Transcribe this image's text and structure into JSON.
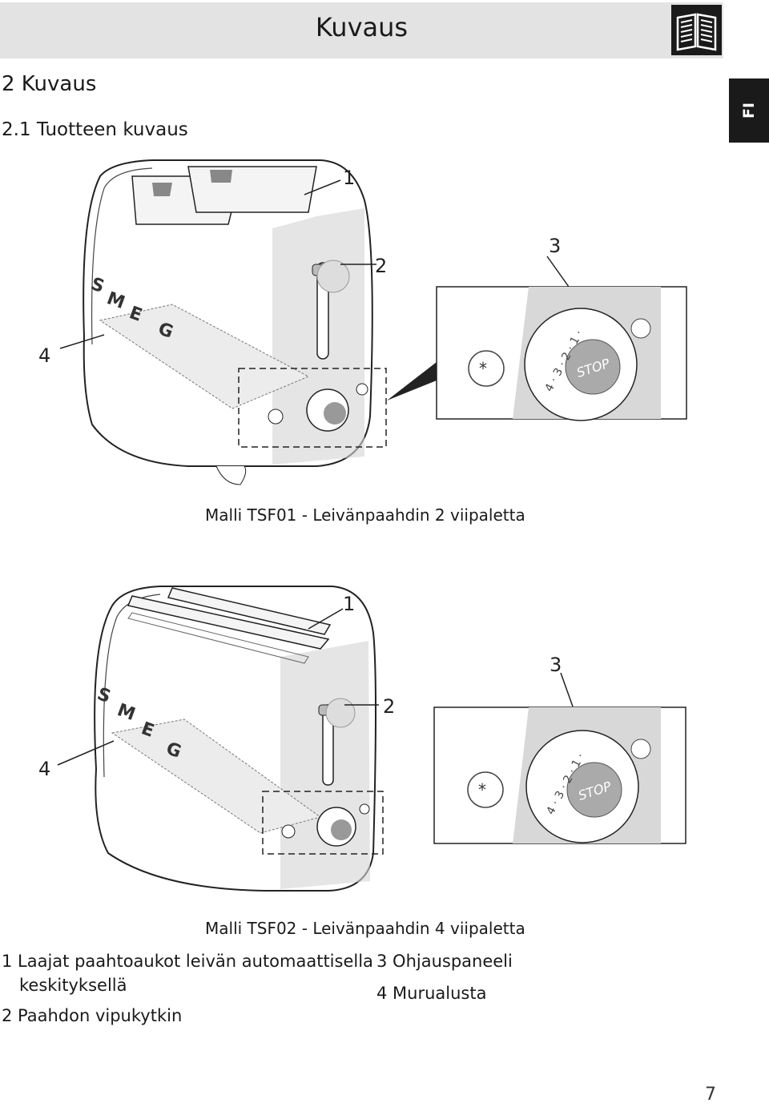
{
  "header": {
    "title": "Kuvaus",
    "icon": "manual-book-icon"
  },
  "language_tab": {
    "label": "FI"
  },
  "section": {
    "title": "2 Kuvaus",
    "subtitle": "2.1 Tuotteen kuvaus"
  },
  "figures": [
    {
      "callouts": [
        "1",
        "2",
        "3",
        "4"
      ],
      "panel": {
        "stop_label": "STOP",
        "dial_marks": "4 · 3 · 2 · 1 ·"
      },
      "caption": "Malli TSF01 - Leivänpaahdin 2 viipaletta"
    },
    {
      "callouts": [
        "1",
        "2",
        "3",
        "4"
      ],
      "panel": {
        "stop_label": "STOP",
        "dial_marks": "4 · 3 · 2 · 1 ·"
      },
      "caption": "Malli TSF02 - Leivänpaahdin 4 viipaletta"
    }
  ],
  "legend": {
    "left": [
      "1 Laajat paahtoaukot leivän automaattisella",
      "keskityksellä",
      "2 Paahdon vipukytkin"
    ],
    "right": [
      "3 Ohjauspaneeli",
      "4 Murualusta"
    ]
  },
  "page_number": "7"
}
